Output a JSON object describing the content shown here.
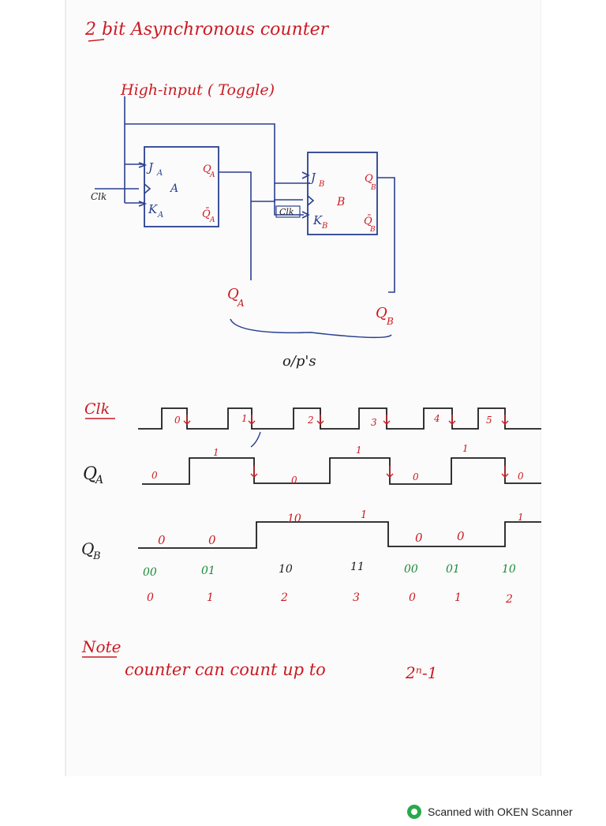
{
  "title": "2 bit Asynchronous counter",
  "circuit": {
    "high_input": "High-input ( Toggle)",
    "ff_a": {
      "name": "A",
      "j": "J",
      "j_sub": "A",
      "k": "K",
      "k_sub": "A",
      "q": "Q",
      "q_sub": "A",
      "qbar": "Q̄",
      "qbar_sub": "A"
    },
    "ff_b": {
      "name": "B",
      "j": "J",
      "j_sub": "B",
      "k": "K",
      "k_sub": "B",
      "q": "Q",
      "q_sub": "B",
      "qbar": "Q̄",
      "qbar_sub": "B"
    },
    "clk_label": "Clk",
    "out_a": "Q",
    "out_a_sub": "A",
    "out_b": "Q",
    "out_b_sub": "B",
    "outputs_label": "o/p's"
  },
  "timing": {
    "clk_label": "Clk",
    "qa_label": "Q",
    "qa_sub": "A",
    "qb_label": "Q",
    "qb_sub": "B",
    "clk_pulses": [
      "0",
      "1",
      "2",
      "3",
      "4",
      "5"
    ],
    "qa_values": [
      "0",
      "1",
      "0",
      "1",
      "0",
      "1",
      "0"
    ],
    "qb_values": [
      "0",
      "0",
      "10",
      "1",
      "0",
      "0",
      "1"
    ],
    "binary_states": [
      "00",
      "01",
      "10",
      "11",
      "00",
      "01",
      "10"
    ],
    "decimal_states": [
      "0",
      "1",
      "2",
      "3",
      "0",
      "1",
      "2"
    ]
  },
  "note": {
    "heading": "Note",
    "text": "counter can count up to",
    "formula": "2ⁿ-1"
  },
  "footer": {
    "scanner_text": "Scanned with OKEN Scanner"
  },
  "colors": {
    "ink_red": "#cc1a22",
    "ink_blue": "#2a3f8f",
    "ink_black": "#1d1d1d",
    "ink_green": "#1e8a3a",
    "logo_green": "#2aa84a"
  }
}
